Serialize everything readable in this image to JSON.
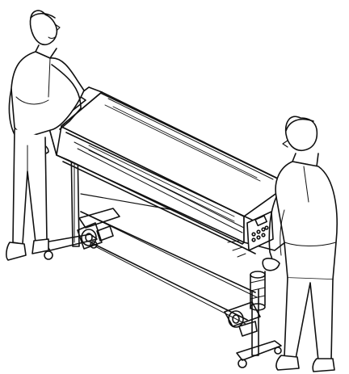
{
  "diagram": {
    "subject": "line-art-illustration",
    "parts": [
      "person-left",
      "person-right",
      "printer-body",
      "printer-stand",
      "control-panel",
      "media-roll-unit-front",
      "media-roll-unit-rear"
    ]
  }
}
